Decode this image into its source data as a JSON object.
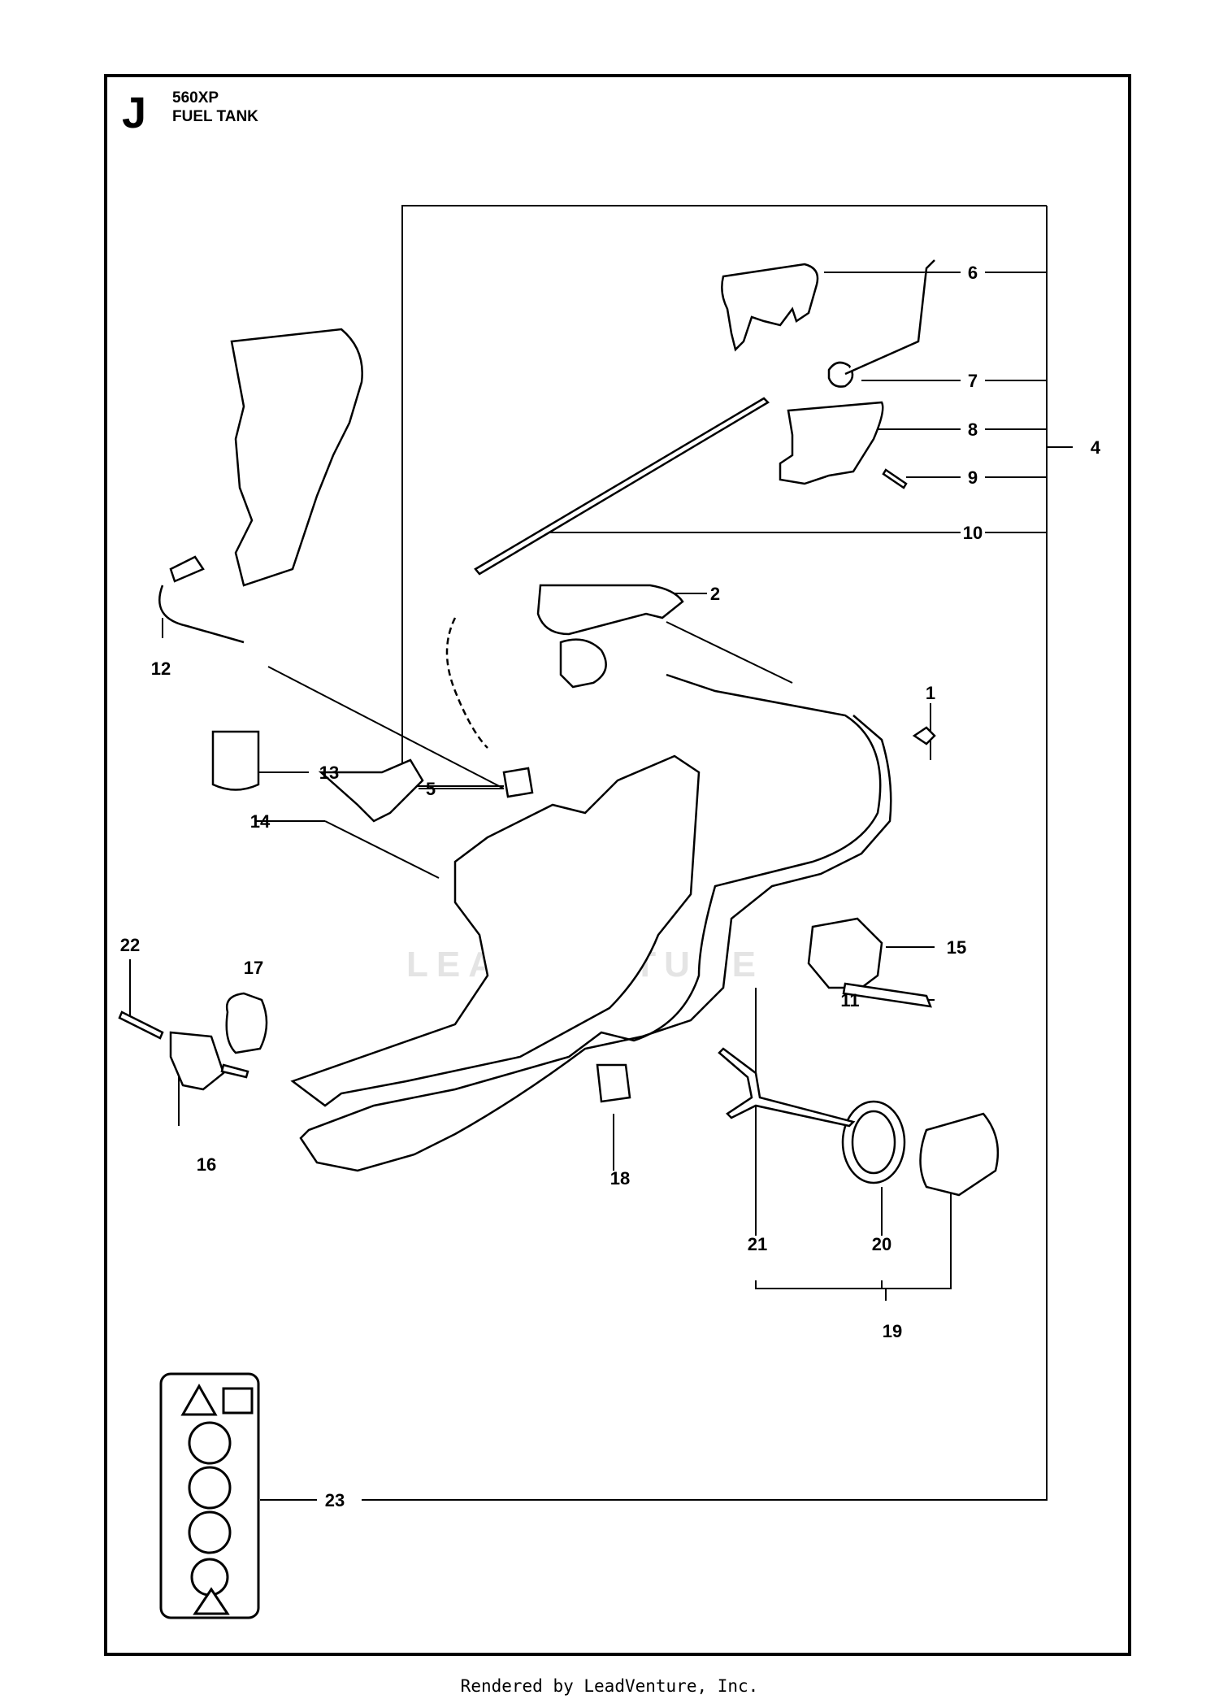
{
  "header": {
    "section_letter": "J",
    "model": "560XP",
    "title": "FUEL TANK"
  },
  "callouts": [
    "1",
    "2",
    "4",
    "5",
    "6",
    "7",
    "8",
    "9",
    "10",
    "11",
    "12",
    "13",
    "14",
    "15",
    "16",
    "17",
    "18",
    "19",
    "20",
    "21",
    "22",
    "23"
  ],
  "watermark": "LEADVENTURE",
  "footer": "Rendered by LeadVenture, Inc."
}
